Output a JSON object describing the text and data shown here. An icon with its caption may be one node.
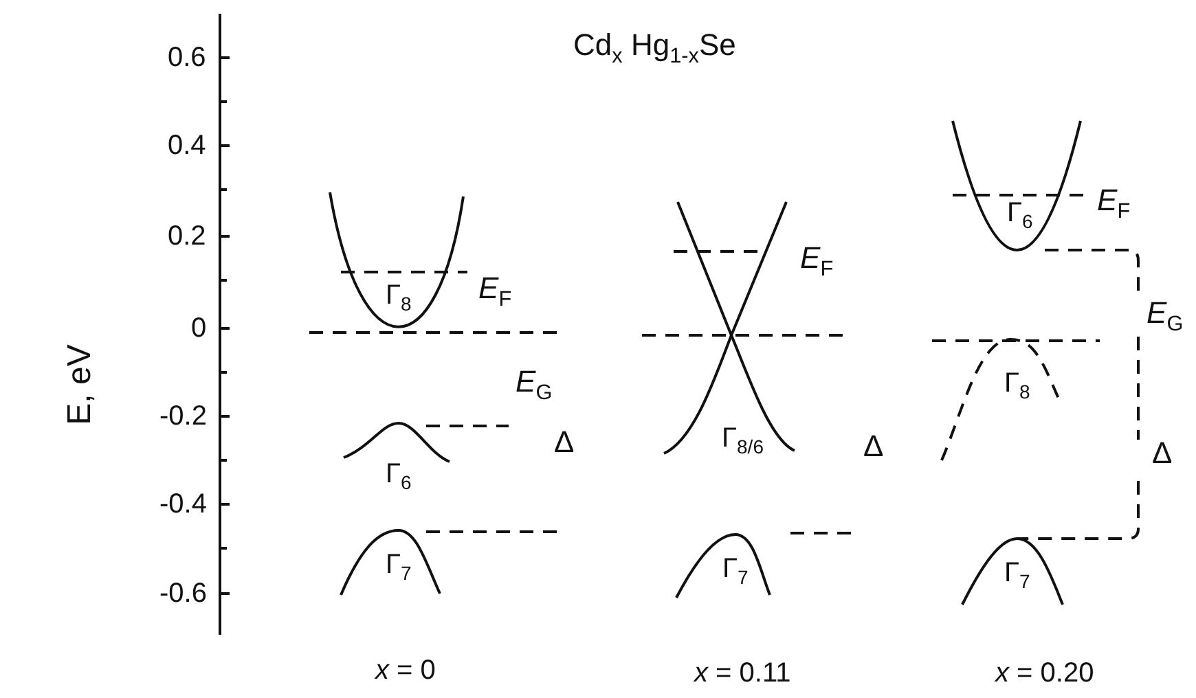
{
  "diagram": {
    "title": "Cd$_{x}$ Hg$_{1-x}$Se",
    "labels": [
      "0.6",
      "0.4",
      "0.2",
      "0",
      "-0.2",
      "-0.4",
      "-0.6",
      "E, eV",
      "Γ$_{8}$",
      "*E*$_{F}$",
      "*E*$_{G}$",
      "Δ",
      "Γ$_{6}$",
      "Γ$_{7}$",
      "*E*$_{F}$",
      "Γ$_{8/6}$",
      "Δ",
      "Γ$_{7}$",
      "Γ$_{6}$",
      "*E*$_{F}$",
      "*E*$_{G}$",
      "Γ$_{8}$",
      "Δ",
      "Γ$_{7}$",
      "*x* = 0",
      "*x* = 0.11",
      "*x* = 0.20"
    ]
  }
}
